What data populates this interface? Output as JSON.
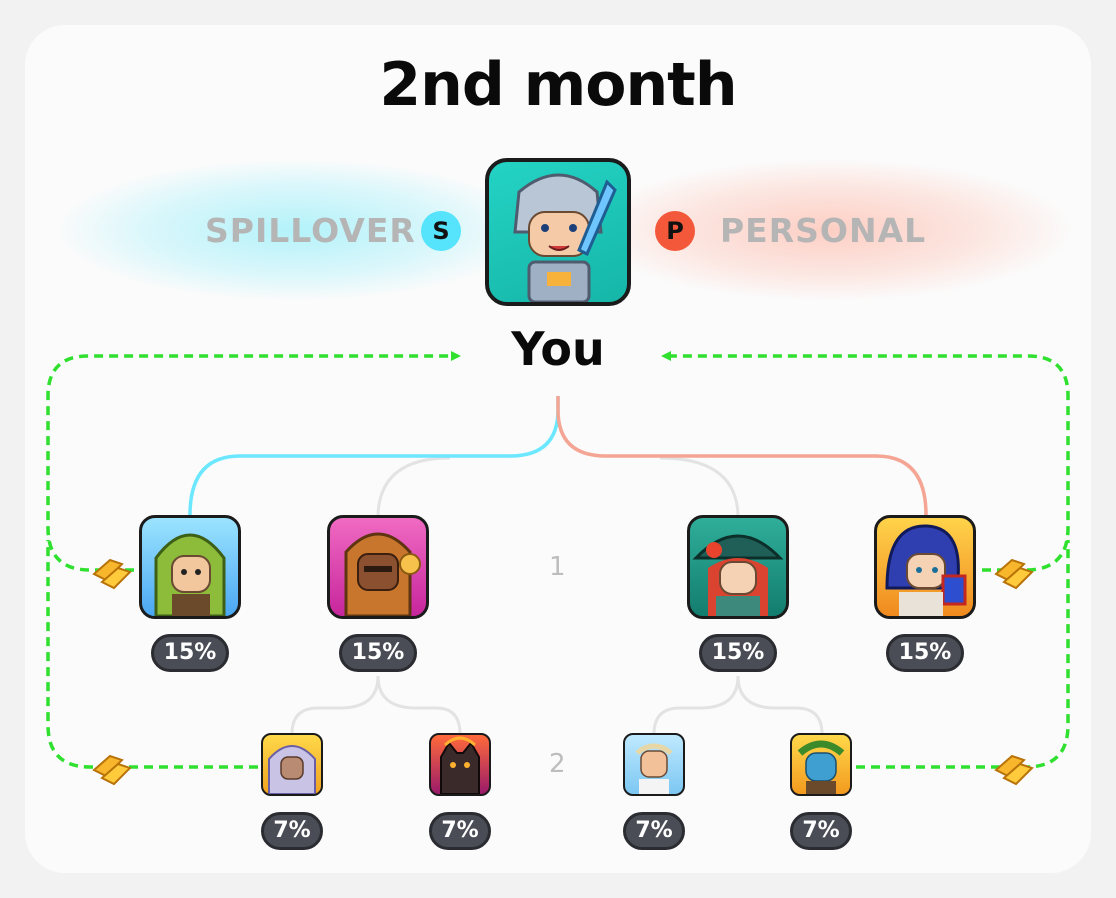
{
  "title": "2nd month",
  "legend": {
    "spillover_label": "SPILLOVER",
    "spillover_badge": "S",
    "personal_label": "PERSONAL",
    "personal_badge": "P"
  },
  "root": {
    "label": "You"
  },
  "levels": [
    "1",
    "2"
  ],
  "level1": [
    {
      "percent": "15%",
      "branch": "spillover"
    },
    {
      "percent": "15%",
      "branch": "team"
    },
    {
      "percent": "15%",
      "branch": "team"
    },
    {
      "percent": "15%",
      "branch": "personal"
    }
  ],
  "level2": [
    {
      "percent": "7%"
    },
    {
      "percent": "7%"
    },
    {
      "percent": "7%"
    },
    {
      "percent": "7%"
    }
  ],
  "colors": {
    "spillover": "#6be8ff",
    "personal": "#f4a593",
    "return_arrow": "#2fe02f",
    "tree_line": "#e0e0e0"
  },
  "icons": {
    "reward": "gold-bars-icon"
  }
}
